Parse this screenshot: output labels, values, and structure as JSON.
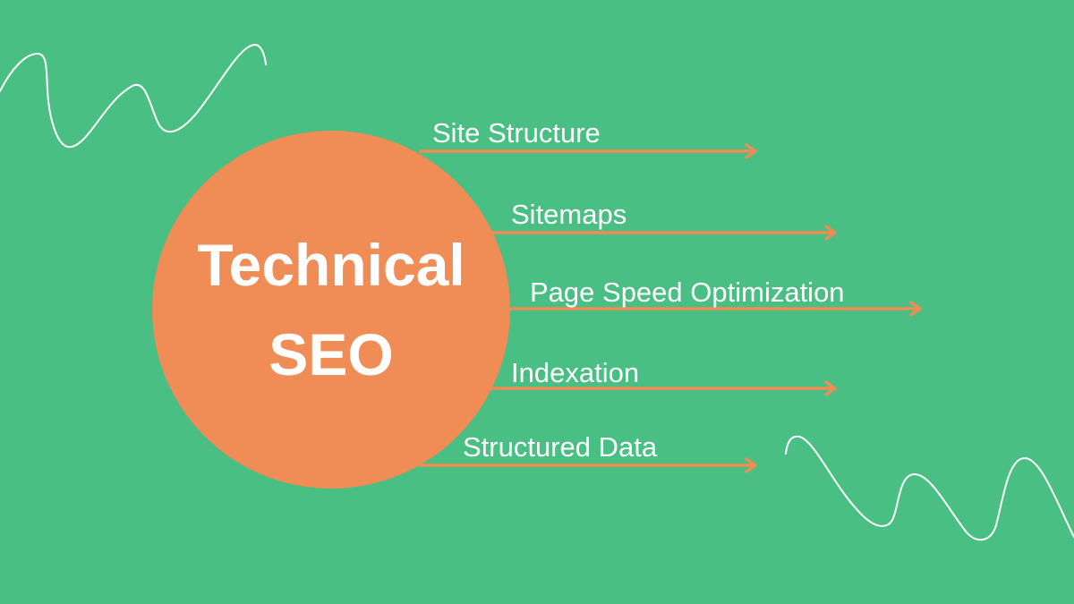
{
  "center": {
    "line1": "Technical",
    "line2": "SEO"
  },
  "branches": [
    {
      "label": "Site Structure"
    },
    {
      "label": "Sitemaps"
    },
    {
      "label": "Page Speed Optimization"
    },
    {
      "label": "Indexation"
    },
    {
      "label": "Structured Data"
    }
  ],
  "colors": {
    "background": "#4abf83",
    "circle": "#f08c55",
    "arrow": "#f08c55",
    "text": "#ffffff",
    "squiggle": "#ffffff"
  }
}
